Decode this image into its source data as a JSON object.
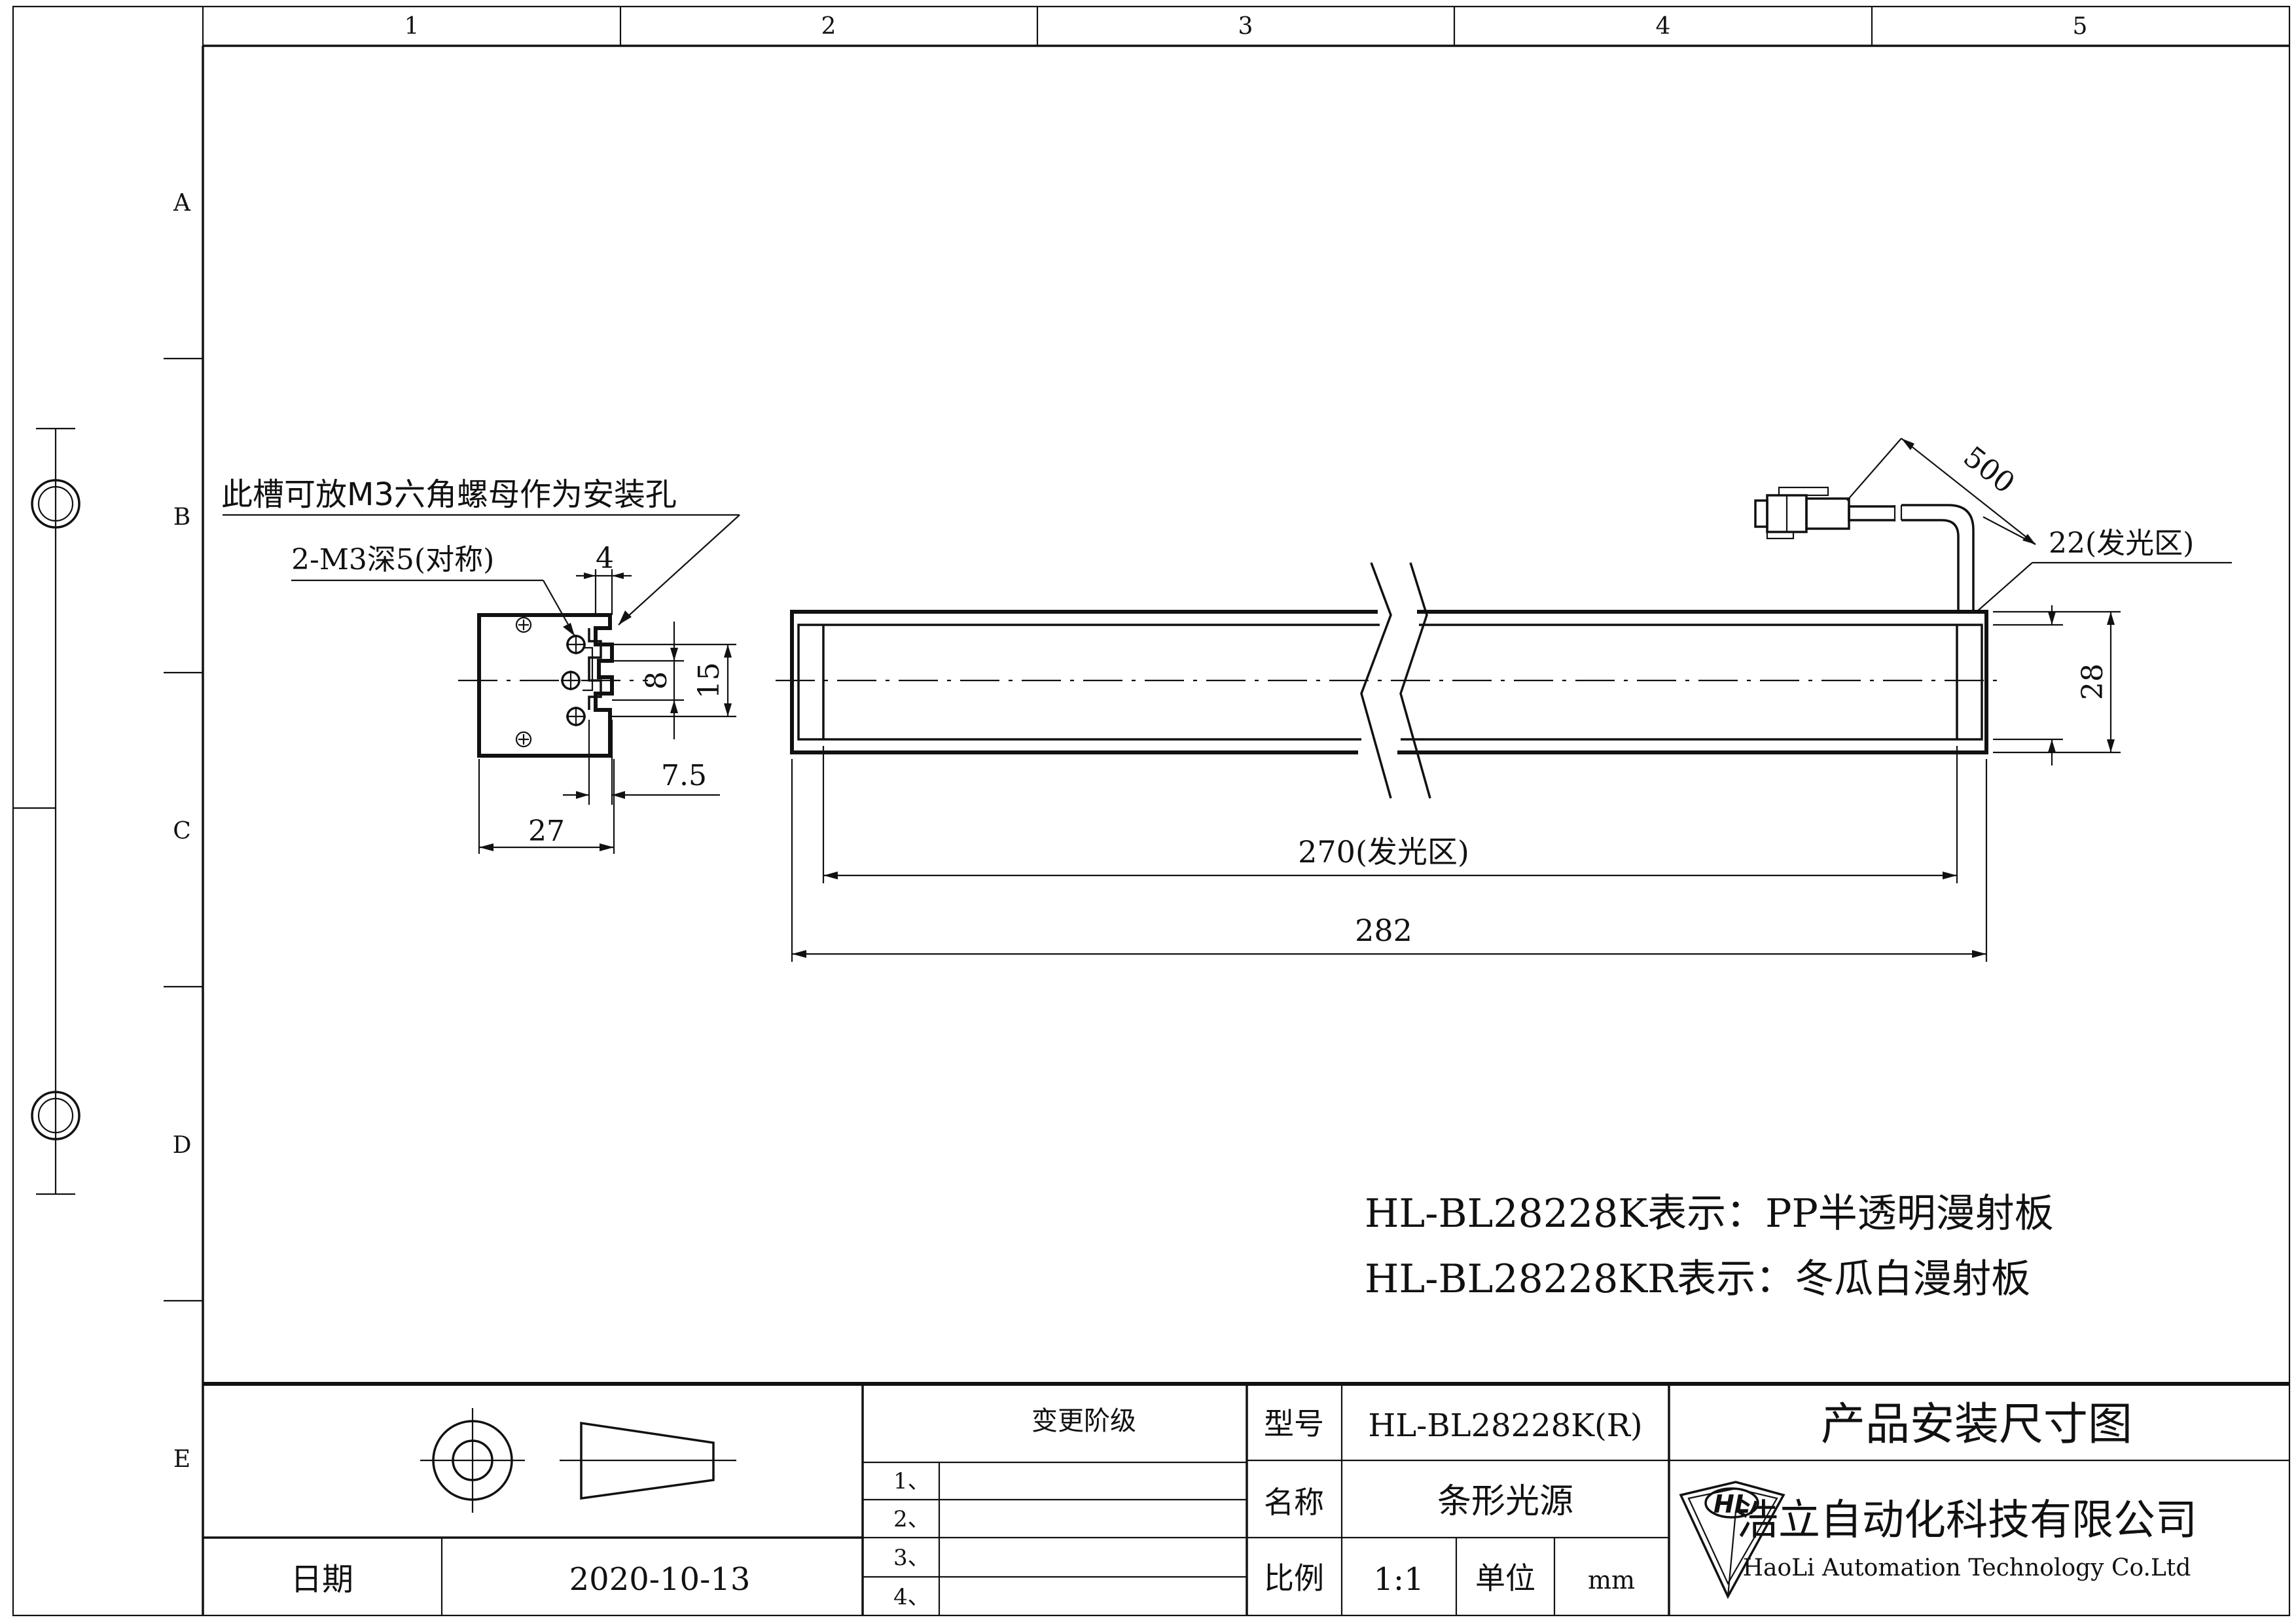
{
  "border": {
    "columns": [
      "1",
      "2",
      "3",
      "4",
      "5"
    ],
    "rows": [
      "A",
      "B",
      "C",
      "D",
      "E"
    ]
  },
  "annotations": {
    "slot_note": "此槽可放M3六角螺母作为安装孔",
    "hole_note": "2-M3深5(对称)"
  },
  "dimensions": {
    "d4": "4",
    "d8": "8",
    "d15": "15",
    "d7_5": "7.5",
    "d27": "27",
    "d500": "500",
    "d22": "22(发光区)",
    "d28": "28",
    "d270": "270(发光区)",
    "d282": "282"
  },
  "notes": {
    "line1": "HL-BL28228K表示：PP半透明漫射板",
    "line2": "HL-BL28228KR表示：冬瓜白漫射板"
  },
  "title_block": {
    "change_stage_label": "变更阶级",
    "change_rows": [
      "1、",
      "2、",
      "3、",
      "4、"
    ],
    "date_label": "日期",
    "date_value": "2020-10-13",
    "model_label": "型号",
    "model_value": "HL-BL28228K(R)",
    "name_label": "名称",
    "name_value": "条形光源",
    "scale_label": "比例",
    "scale_value": "1:1",
    "unit_label": "单位",
    "unit_value": "mm",
    "drawing_title": "产品安装尺寸图",
    "company_cn": "浩立自动化科技有限公司",
    "company_en": "HaoLi Automation Technology Co.Ltd",
    "logo_text": "HL"
  }
}
